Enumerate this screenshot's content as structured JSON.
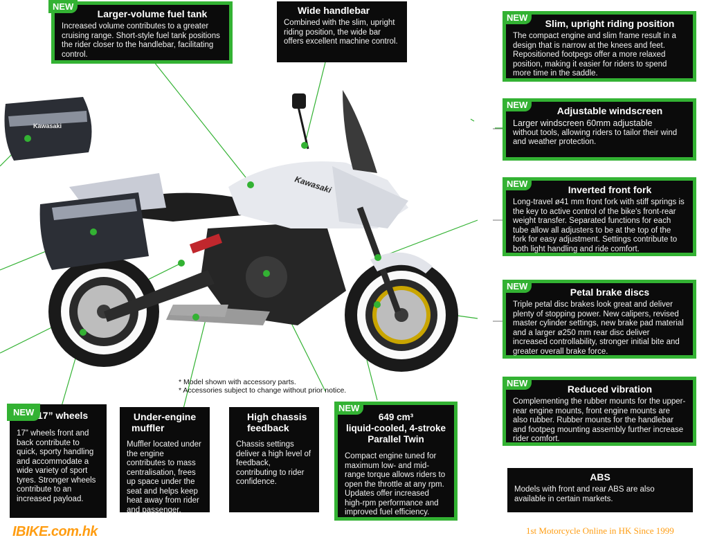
{
  "new_label": "NEW",
  "fuel_tank": {
    "title": "Larger-volume fuel tank",
    "body": "Increased volume contributes to a greater cruising range.  Short-style fuel tank positions the rider closer to the handlebar, facilitating control."
  },
  "handlebar": {
    "title": "Wide handlebar",
    "body": "Combined with the slim, upright riding position, the wide bar offers excellent machine control."
  },
  "riding_position": {
    "title": "Slim, upright riding position",
    "body": "The compact engine and slim frame result in a design that is narrow at the knees and feet.  Repositioned footpegs offer a more relaxed position, making it easier for riders to spend more time in the saddle."
  },
  "windscreen": {
    "title": "Adjustable windscreen",
    "body_line1": "Larger windscreen 60mm adjustable",
    "body_rest": "without tools, allowing riders to tailor their wind and weather protection."
  },
  "front_fork": {
    "title": "Inverted front fork",
    "body": "Long-travel ø41 mm front fork with stiff springs is the key to active control of the bike's front-rear weight transfer. Separated functions for each tube allow all adjusters to be at the top of the fork for easy adjustment.  Settings contribute to both light handling and ride comfort."
  },
  "brakes": {
    "title": "Petal brake discs",
    "body": "Triple petal disc brakes look great and deliver plenty of stopping power.  New calipers, revised master cylinder settings, new brake pad material and a larger ø250 mm rear disc deliver increased controllability, stronger initial bite and greater overall brake force."
  },
  "vibration": {
    "title": "Reduced vibration",
    "body": "Complementing the rubber mounts for the upper-rear engine mounts, front engine mounts are also rubber. Rubber mounts for the handlebar and footpeg mounting assembly further increase rider comfort."
  },
  "abs": {
    "title": "ABS",
    "body": "Models with front and rear ABS are also available in certain markets."
  },
  "wheels": {
    "title": "17” wheels",
    "body": "17\" wheels front and back contribute to quick, sporty handling and accommodate a wide variety of sport tyres.  Stronger wheels contribute to an increased payload."
  },
  "muffler": {
    "title_line1": "Under-engine",
    "title_line2": "muffler",
    "body": "Muffler located under the engine contributes to mass centralisation, frees up space under the seat and helps keep heat away from rider and passenger."
  },
  "chassis": {
    "title_line1": "High chassis",
    "title_line2": "feedback",
    "body": "Chassis settings deliver a high level of feedback, contributing to rider confidence."
  },
  "engine": {
    "title_line1": "649 cm³",
    "title_line2": "liquid-cooled, 4-stroke",
    "title_line3": "Parallel Twin",
    "body": "Compact engine tuned for maximum low- and mid-range torque allows riders to open the throttle at any rpm. Updates offer increased high-rpm performance and improved fuel efficiency."
  },
  "notes": {
    "line1": "* Model shown with accessory parts.",
    "line2": "* Accessories subject to change without prior notice."
  },
  "top_case_brand": "Kawasaki",
  "tank_brand": "Kawasaki",
  "footer": {
    "logo": "IBIKE.com.hk",
    "slogan": "1st  Motorcycle Online in HK Since 1999"
  },
  "colors": {
    "accent_green": "#33b233",
    "box_bg": "#0b0b0b",
    "footer_orange": "#ff9d12"
  }
}
